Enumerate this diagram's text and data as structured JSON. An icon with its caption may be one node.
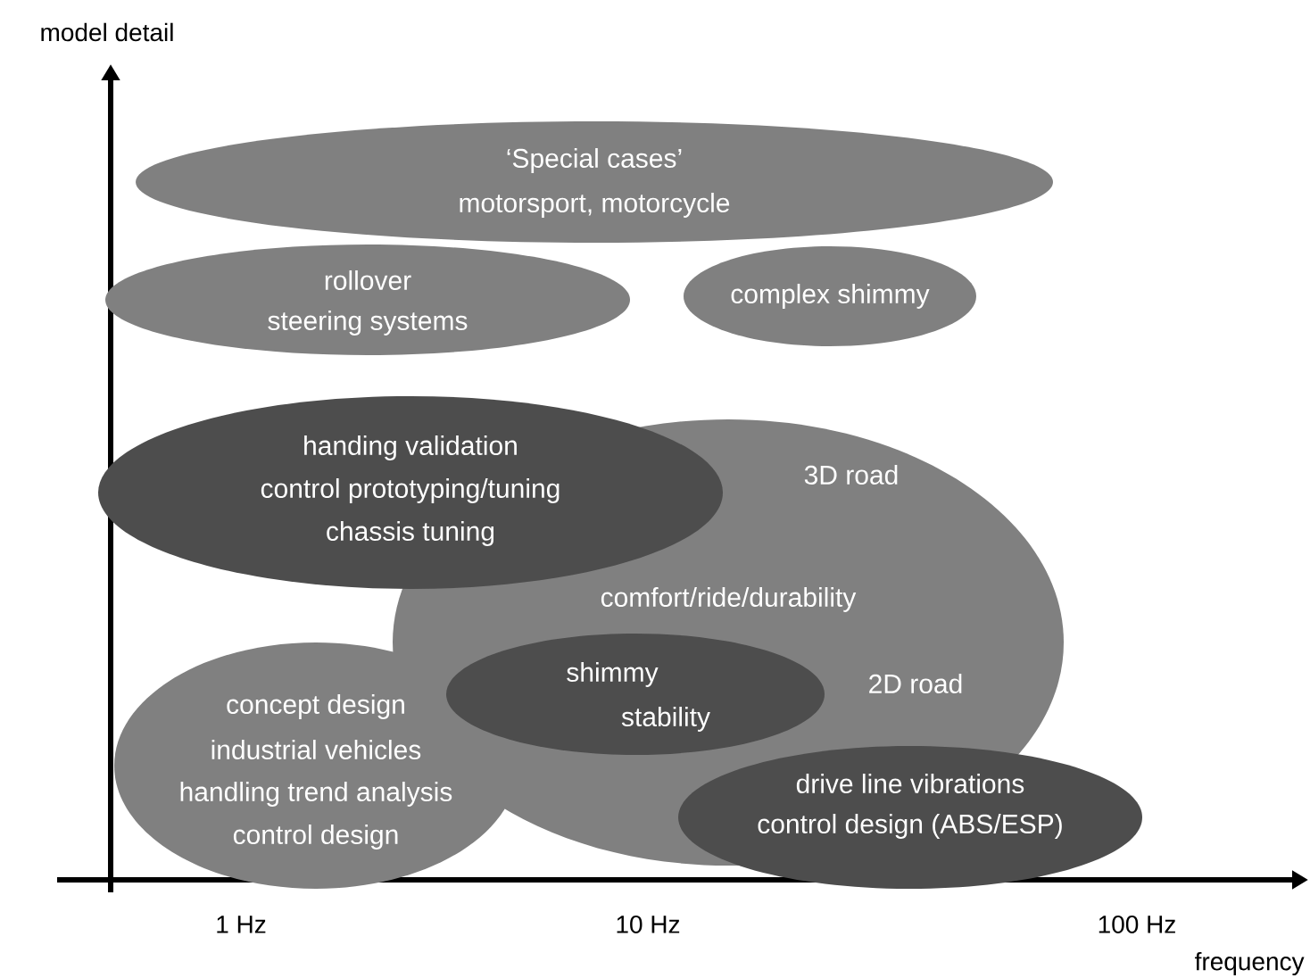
{
  "diagram": {
    "nodes": [
      {
        "text": [
          "‘Special cases’",
          "motorsport, motorcycle"
        ]
      },
      {
        "text": [
          "rollover",
          "steering systems"
        ]
      },
      {
        "text": [
          "complex shimmy"
        ]
      },
      {
        "text": [
          "handing validation",
          "control prototyping/tuning",
          "chassis tuning"
        ]
      },
      {
        "text": [
          "3D road",
          "comfort/ride/durability",
          "2D road"
        ]
      },
      {
        "text": [
          "shimmy",
          "stability"
        ],
        "in": 4
      },
      {
        "text": [
          "concept design",
          "industrial vehicles",
          "handling trend analysis",
          "control design"
        ]
      },
      {
        "text": [
          "drive line vibrations",
          "control design (ABS/ESP)"
        ]
      }
    ],
    "labels": [
      "model detail",
      "1 Hz",
      "10 Hz",
      "100 Hz",
      "frequency"
    ]
  }
}
